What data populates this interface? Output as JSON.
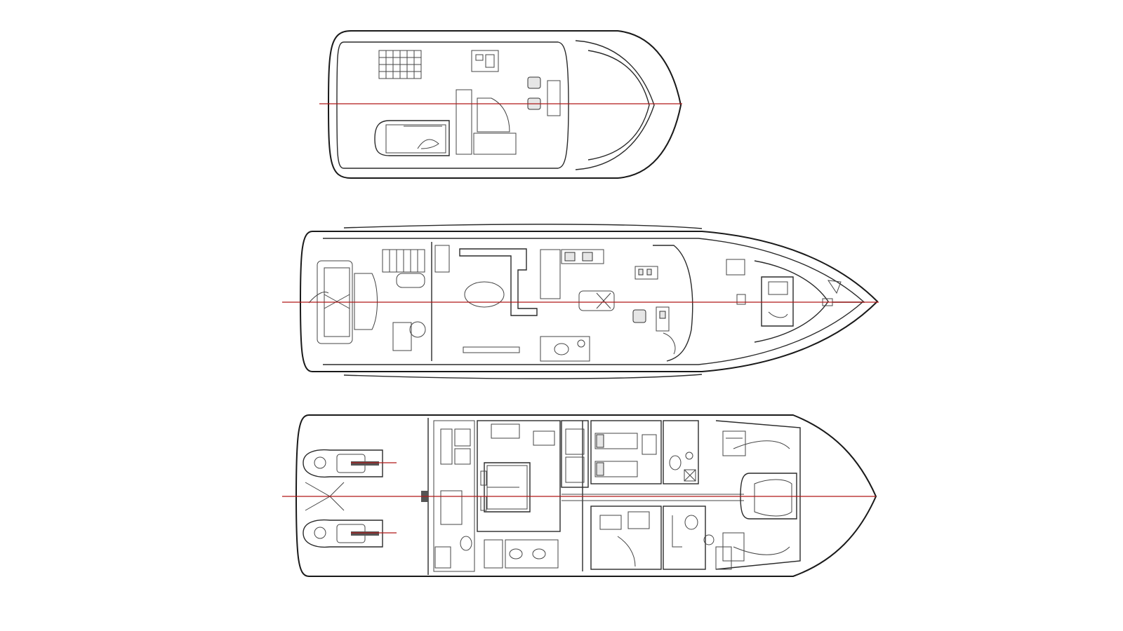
{
  "drawing": {
    "kind": "yacht-general-arrangement",
    "levels": [
      "flybridge",
      "main-deck",
      "lower-deck"
    ],
    "colors": {
      "line": "#1a1a1a",
      "centerline": "#b01818",
      "background": "#ffffff"
    }
  }
}
